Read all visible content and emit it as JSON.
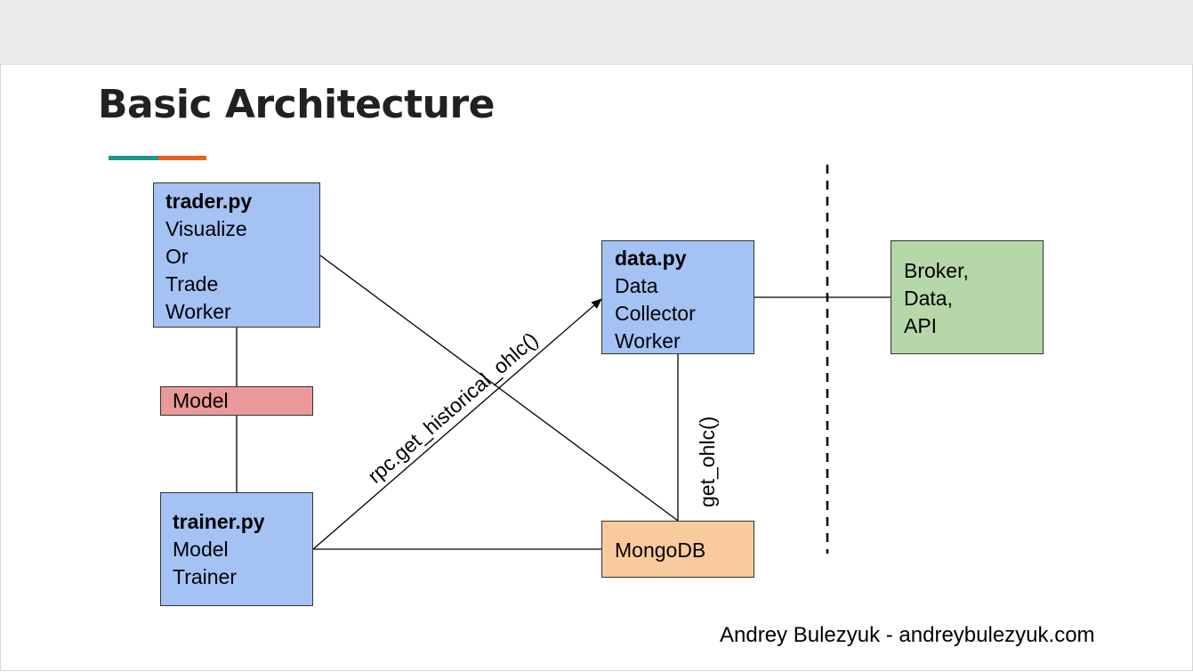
{
  "slide": {
    "title": "Basic Architecture",
    "footer": "Andrey Bulezyuk - andreybulezyuk.com"
  },
  "colors": {
    "accent_teal": "#19988b",
    "accent_orange": "#e8601c",
    "worker_box": "#a4c2f4",
    "external_box": "#b6d7a8",
    "model_box": "#ea9999",
    "database_box": "#f9cb9c"
  },
  "nodes": {
    "trader": {
      "title": "trader.py",
      "lines": [
        "Visualize",
        "Or",
        "Trade",
        "Worker"
      ]
    },
    "data": {
      "title": "data.py",
      "lines": [
        "Data",
        "Collector",
        "Worker"
      ]
    },
    "broker": {
      "lines": [
        "Broker,",
        "Data,",
        "API"
      ]
    },
    "model": {
      "label": "Model"
    },
    "trainer": {
      "title": "trainer.py",
      "lines": [
        "Model",
        "Trainer"
      ]
    },
    "mongo": {
      "label": "MongoDB"
    }
  },
  "edges": {
    "rpc_label": "rpc.get_historical_ohlc()",
    "ohlc_label": "get_ohlc()"
  }
}
